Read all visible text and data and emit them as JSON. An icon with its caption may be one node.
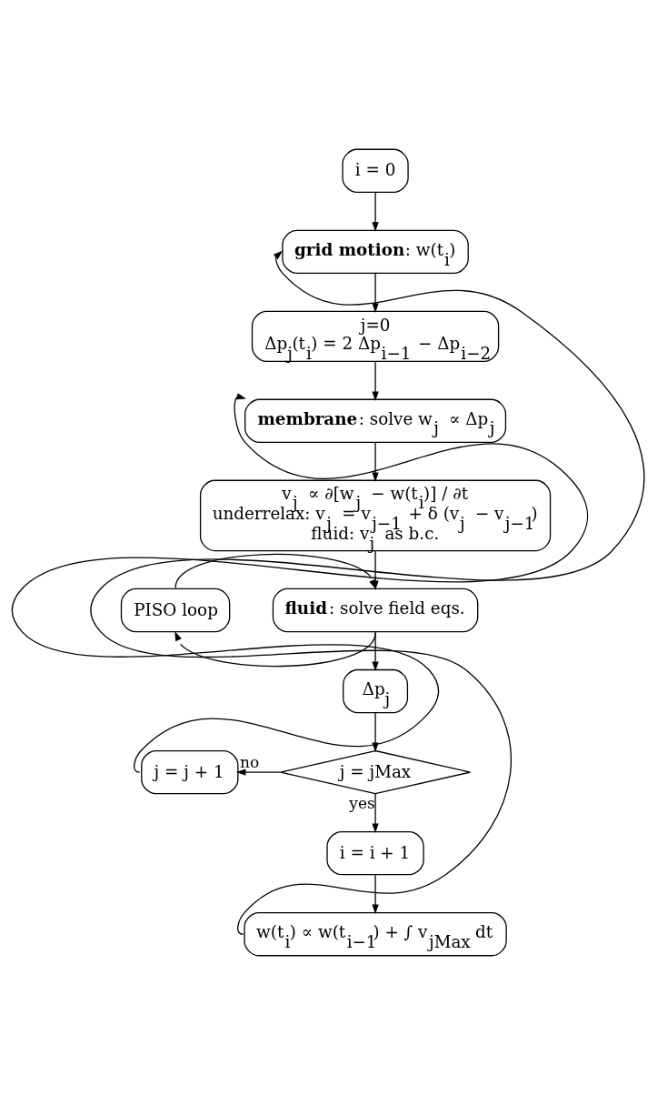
{
  "diagram": {
    "nodes": [
      {
        "text": [
          "i = 0"
        ]
      },
      {
        "text": [
          "**grid motion**: w(t$_{i}$)"
        ]
      },
      {
        "text": [
          "j=0",
          "Δp$_{j}$(t$_{i}$) = 2 Δp$_{i−1}$ − Δp$_{i−2}$"
        ]
      },
      {
        "text": [
          "**membrane**: solve w$_{j}$ ∝ Δp$_{j}$"
        ]
      },
      {
        "text": [
          "v$_{j}$ ∝ ∂[w$_{j}$ − w(t$_{i}$)] / ∂t",
          "underrelax: v$_{j}$ = v$_{j−1}$ + δ (v$_{j}$ − v$_{j−1}$)",
          "fluid: v$_{j}$ as b.c."
        ]
      },
      {
        "text": [
          "PISO loop"
        ]
      },
      {
        "text": [
          "**fluid**: solve field eqs."
        ]
      },
      {
        "text": [
          "Δp$_{j}$"
        ]
      },
      {
        "text": [
          "j = jMax"
        ]
      },
      {
        "text": [
          "j = j + 1"
        ]
      },
      {
        "text": [
          "i = i + 1"
        ]
      },
      {
        "text": [
          "w(t$_{i}$) ∝ w(t$_{i−1}$) + ∫ v$_{jMax}$ dt"
        ]
      }
    ],
    "edges": [
      {
        "from": 0,
        "to": 1,
        "arrow": "to"
      },
      {
        "from": 1,
        "to": 2,
        "arrow": "to"
      },
      {
        "from": 2,
        "to": 3,
        "arrow": "to"
      },
      {
        "from": 3,
        "to": 4,
        "arrow": "to"
      },
      {
        "from": 4,
        "to": 6,
        "arrow": "to"
      },
      {
        "from": 6,
        "to": 5,
        "arrow": "to"
      },
      {
        "from": 5,
        "to": 6,
        "arrow": "to"
      },
      {
        "from": 6,
        "to": 7,
        "arrow": "to"
      },
      {
        "from": 7,
        "to": 8,
        "arrow": "to"
      },
      {
        "from": 8,
        "to": 9,
        "arrow": "to",
        "label": "no"
      },
      {
        "from": 9,
        "to": 3,
        "arrow": "to"
      },
      {
        "from": 8,
        "to": 10,
        "arrow": "to",
        "label": "yes"
      },
      {
        "from": 10,
        "to": 11,
        "arrow": "to"
      },
      {
        "from": 11,
        "to": 1,
        "arrow": "to"
      }
    ]
  }
}
